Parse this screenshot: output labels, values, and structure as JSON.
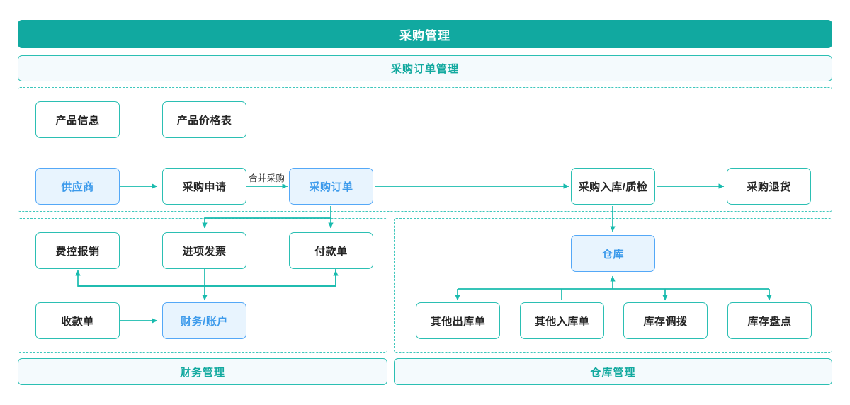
{
  "header": {
    "title": "采购管理",
    "subtitle": "采购订单管理",
    "accent_teal": "#11A9A0",
    "accent_blue": "#3C9AEB",
    "subbanner_bg": "#F4FAFD"
  },
  "footers": [
    {
      "label": "财务管理"
    },
    {
      "label": "仓库管理"
    }
  ],
  "groups": [
    {
      "name": "purchase-order-group"
    },
    {
      "name": "finance-group"
    },
    {
      "name": "warehouse-group"
    }
  ],
  "nodes": {
    "product_info": "产品信息",
    "product_price_list": "产品价格表",
    "supplier": "供应商",
    "purchase_request": "采购申请",
    "purchase_order": "采购订单",
    "purchase_inbound_qc": "采购入库/质检",
    "purchase_return": "采购退货",
    "expense_reimbursement": "费控报销",
    "input_invoice": "进项发票",
    "payment_voucher": "付款单",
    "receipt_voucher": "收款单",
    "finance_account": "财务/账户",
    "warehouse": "仓库",
    "other_outbound": "其他出库单",
    "other_inbound": "其他入库单",
    "stock_transfer": "库存调拨",
    "stock_count": "库存盘点"
  },
  "edge_labels": {
    "merge_purchase": "合并采购"
  }
}
